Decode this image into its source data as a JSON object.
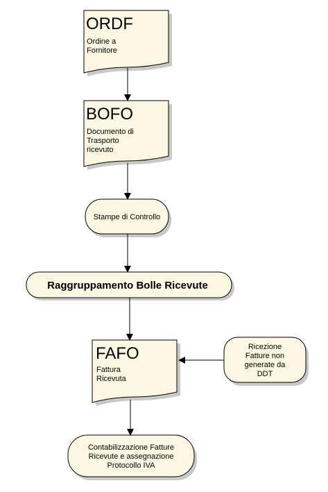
{
  "documents": {
    "ordf": {
      "code": "ORDF",
      "desc": [
        "Ordine a",
        "Fornitore"
      ]
    },
    "bofo": {
      "code": "BOFO",
      "desc": [
        "Documento di",
        "Trasporto",
        "ricevuto"
      ]
    },
    "fafo": {
      "code": "FAFO",
      "desc": [
        "Fattura",
        "Ricevuta"
      ]
    }
  },
  "processes": {
    "stampe": {
      "lines": [
        "Stampe di Controllo"
      ]
    },
    "raggruppamento": {
      "lines": [
        "Raggruppamento Bolle Ricevute"
      ]
    },
    "ricezione": {
      "lines": [
        "Ricezione",
        "Fatture non",
        "generate da",
        "DDT"
      ]
    },
    "contabilizzazione": {
      "lines": [
        "Contabilizzazione Fatture",
        "Ricevute e assegnazione",
        "Protocollo IVA"
      ]
    }
  },
  "colors": {
    "fill": "#fcf7e3",
    "stroke": "#000000",
    "shadow": "#c8c8c8"
  }
}
